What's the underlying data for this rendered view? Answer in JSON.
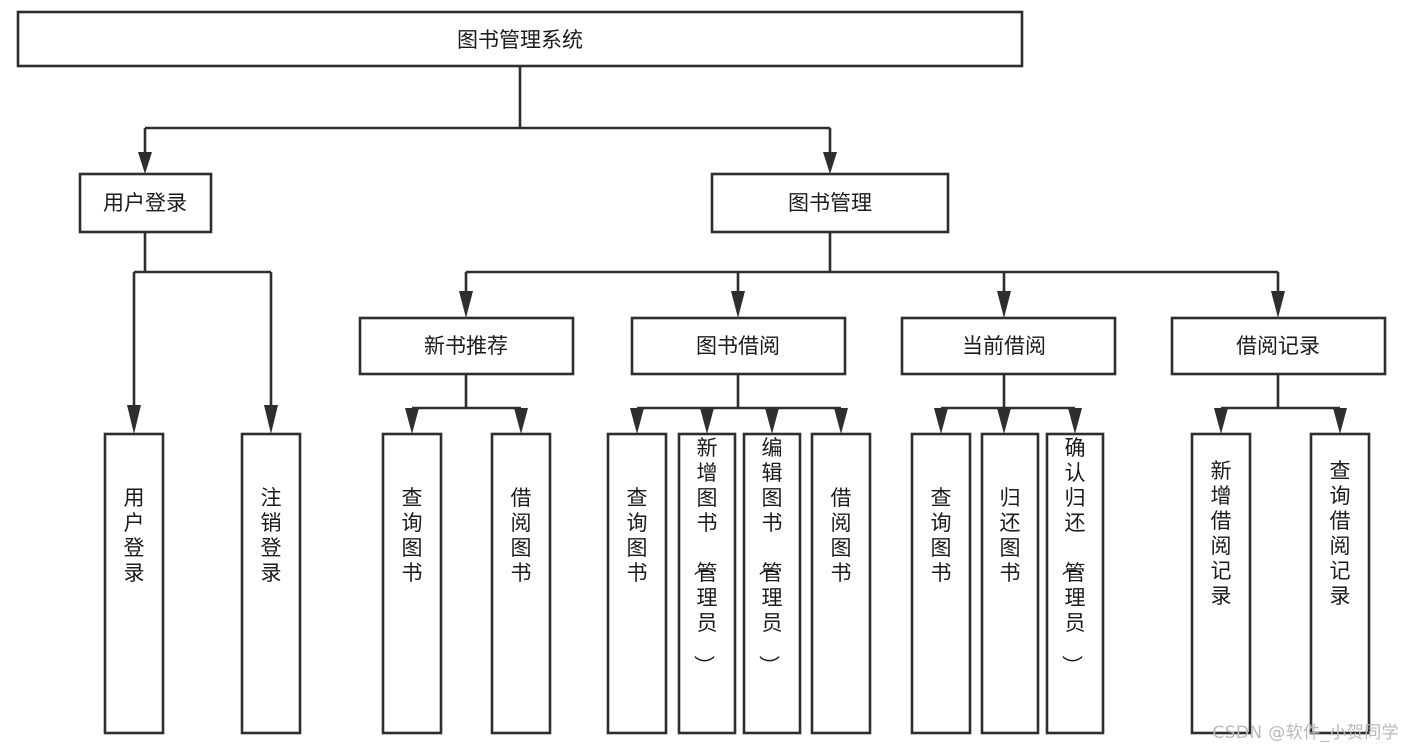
{
  "diagram": {
    "title": "图书管理系统",
    "type": "tree",
    "root": {
      "id": "root",
      "label": "图书管理系统",
      "orientation": "horizontal"
    },
    "level1": [
      {
        "id": "user-login",
        "label": "用户登录",
        "orientation": "horizontal"
      },
      {
        "id": "book-management",
        "label": "图书管理",
        "orientation": "horizontal"
      }
    ],
    "level2": [
      {
        "id": "new-book-recommend",
        "label": "新书推荐",
        "parent": "book-management",
        "orientation": "horizontal"
      },
      {
        "id": "book-borrow",
        "label": "图书借阅",
        "parent": "book-management",
        "orientation": "horizontal"
      },
      {
        "id": "current-borrow",
        "label": "当前借阅",
        "parent": "book-management",
        "orientation": "horizontal"
      },
      {
        "id": "borrow-record",
        "label": "借阅记录",
        "parent": "book-management",
        "orientation": "horizontal"
      }
    ],
    "leaves": [
      {
        "id": "leaf-user-login",
        "label": "用户登录",
        "parent": "user-login",
        "orientation": "vertical"
      },
      {
        "id": "leaf-logout-login",
        "label": "注销登录",
        "parent": "user-login",
        "orientation": "vertical"
      },
      {
        "id": "leaf-query-book-1",
        "label": "查询图书",
        "parent": "new-book-recommend",
        "orientation": "vertical"
      },
      {
        "id": "leaf-borrow-book-1",
        "label": "借阅图书",
        "parent": "new-book-recommend",
        "orientation": "vertical"
      },
      {
        "id": "leaf-query-book-2",
        "label": "查询图书",
        "parent": "book-borrow",
        "orientation": "vertical"
      },
      {
        "id": "leaf-add-book",
        "label": "新增图书（管理员）",
        "parent": "book-borrow",
        "orientation": "vertical"
      },
      {
        "id": "leaf-edit-book",
        "label": "编辑图书（管理员）",
        "parent": "book-borrow",
        "orientation": "vertical"
      },
      {
        "id": "leaf-borrow-book-2",
        "label": "借阅图书",
        "parent": "book-borrow",
        "orientation": "vertical"
      },
      {
        "id": "leaf-query-book-3",
        "label": "查询图书",
        "parent": "current-borrow",
        "orientation": "vertical"
      },
      {
        "id": "leaf-return-book",
        "label": "归还图书",
        "parent": "current-borrow",
        "orientation": "vertical"
      },
      {
        "id": "leaf-confirm-return",
        "label": "确认归还（管理员）",
        "parent": "current-borrow",
        "orientation": "vertical"
      },
      {
        "id": "leaf-add-record",
        "label": "新增借阅记录",
        "parent": "borrow-record",
        "orientation": "vertical"
      },
      {
        "id": "leaf-query-record",
        "label": "查询借阅记录",
        "parent": "borrow-record",
        "orientation": "vertical"
      }
    ]
  },
  "watermark": {
    "text": "CSDN @软件_小贺同学"
  },
  "colors": {
    "stroke": "#2e2e2e",
    "fill": "#ffffff",
    "text": "#1b1b1b",
    "watermark": "#b9b9b9"
  }
}
